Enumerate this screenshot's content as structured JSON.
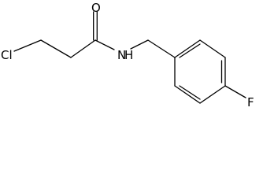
{
  "molecule": {
    "atoms": {
      "chlorine": "Cl",
      "oxygen": "O",
      "nitrogen": "N",
      "hydrogen": "H",
      "fluorine": "F"
    }
  }
}
